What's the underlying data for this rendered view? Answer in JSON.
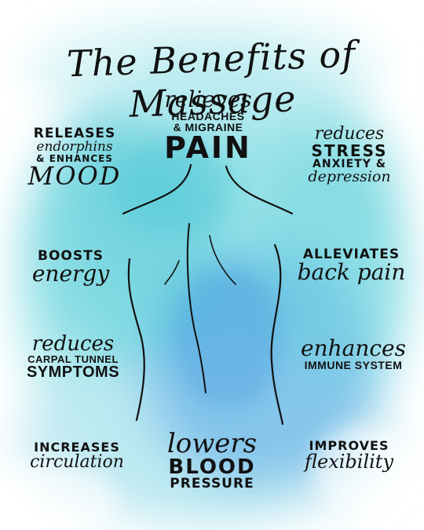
{
  "title": "The Benefits of Massage",
  "colors": {
    "accent_light": "#a6e8ec",
    "accent_mid": "#4fc8d8",
    "accent_blue": "#5aa9e6",
    "ink": "#111111"
  },
  "benefits": {
    "pain": {
      "l1": "relieves",
      "l2": "HEADACHES",
      "l3": "& MIGRAINE",
      "l4": "PAIN"
    },
    "mood": {
      "l1": "RELEASES",
      "l2": "endorphins",
      "l3": "& ENHANCES",
      "l4": "MOOD"
    },
    "stress": {
      "l1": "reduces",
      "l2": "STRESS",
      "l3": "ANXIETY &",
      "l4": "depression"
    },
    "energy": {
      "l1": "BOOSTS",
      "l2": "energy"
    },
    "back": {
      "l1": "ALLEVIATES",
      "l2": "back pain"
    },
    "carpal": {
      "l1": "reduces",
      "l2": "CARPAL TUNNEL",
      "l3": "SYMPTOMS"
    },
    "immune": {
      "l1": "enhances",
      "l2": "IMMUNE SYSTEM"
    },
    "circ": {
      "l1": "INCREASES",
      "l2": "circulation"
    },
    "bp": {
      "l1": "lowers",
      "l2": "BLOOD",
      "l3": "PRESSURE"
    },
    "flex": {
      "l1": "IMPROVES",
      "l2": "flexibility"
    }
  }
}
